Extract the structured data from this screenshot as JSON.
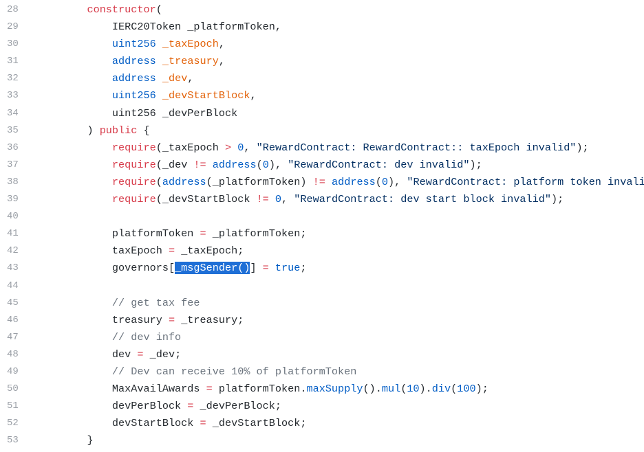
{
  "editor": {
    "colors": {
      "keyword": "#d73a49",
      "type": "#005cc5",
      "param": "#e36209",
      "string": "#032f62",
      "comment": "#6a737d",
      "plain": "#24292e",
      "line_number": "#9a9fa6",
      "selection": "#1f6fd6"
    },
    "lines": [
      {
        "n": "28",
        "tokens": [
          [
            "    ",
            "plain"
          ],
          [
            "constructor",
            "keyword"
          ],
          [
            "(",
            "plain"
          ]
        ]
      },
      {
        "n": "29",
        "tokens": [
          [
            "        IERC20Token _platformToken,",
            "plain"
          ]
        ]
      },
      {
        "n": "30",
        "tokens": [
          [
            "        ",
            "plain"
          ],
          [
            "uint256",
            "type"
          ],
          [
            " ",
            "plain"
          ],
          [
            "_taxEpoch",
            "param"
          ],
          [
            ",",
            "plain"
          ]
        ]
      },
      {
        "n": "31",
        "tokens": [
          [
            "        ",
            "plain"
          ],
          [
            "address",
            "type"
          ],
          [
            " ",
            "plain"
          ],
          [
            "_treasury",
            "param"
          ],
          [
            ",",
            "plain"
          ]
        ]
      },
      {
        "n": "32",
        "tokens": [
          [
            "        ",
            "plain"
          ],
          [
            "address",
            "type"
          ],
          [
            " ",
            "plain"
          ],
          [
            "_dev",
            "param"
          ],
          [
            ",",
            "plain"
          ]
        ]
      },
      {
        "n": "33",
        "tokens": [
          [
            "        ",
            "plain"
          ],
          [
            "uint256",
            "type"
          ],
          [
            " ",
            "plain"
          ],
          [
            "_devStartBlock",
            "param"
          ],
          [
            ",",
            "plain"
          ]
        ]
      },
      {
        "n": "34",
        "tokens": [
          [
            "        uint256 _devPerBlock",
            "plain"
          ]
        ]
      },
      {
        "n": "35",
        "tokens": [
          [
            "    ) ",
            "plain"
          ],
          [
            "public",
            "keyword"
          ],
          [
            " {",
            "plain"
          ]
        ]
      },
      {
        "n": "36",
        "tokens": [
          [
            "        ",
            "plain"
          ],
          [
            "require",
            "keyword"
          ],
          [
            "(_taxEpoch ",
            "plain"
          ],
          [
            ">",
            "op"
          ],
          [
            " ",
            "plain"
          ],
          [
            "0",
            "number"
          ],
          [
            ", ",
            "plain"
          ],
          [
            "\"RewardContract: RewardContract:: taxEpoch invalid\"",
            "string"
          ],
          [
            ");",
            "plain"
          ]
        ]
      },
      {
        "n": "37",
        "tokens": [
          [
            "        ",
            "plain"
          ],
          [
            "require",
            "keyword"
          ],
          [
            "(_dev ",
            "plain"
          ],
          [
            "!=",
            "op"
          ],
          [
            " ",
            "plain"
          ],
          [
            "address",
            "builtin"
          ],
          [
            "(",
            "plain"
          ],
          [
            "0",
            "number"
          ],
          [
            "), ",
            "plain"
          ],
          [
            "\"RewardContract: dev invalid\"",
            "string"
          ],
          [
            ");",
            "plain"
          ]
        ]
      },
      {
        "n": "38",
        "tokens": [
          [
            "        ",
            "plain"
          ],
          [
            "require",
            "keyword"
          ],
          [
            "(",
            "plain"
          ],
          [
            "address",
            "builtin"
          ],
          [
            "(_platformToken) ",
            "plain"
          ],
          [
            "!=",
            "op"
          ],
          [
            " ",
            "plain"
          ],
          [
            "address",
            "builtin"
          ],
          [
            "(",
            "plain"
          ],
          [
            "0",
            "number"
          ],
          [
            "), ",
            "plain"
          ],
          [
            "\"RewardContract: platform token invalid\"",
            "string"
          ],
          [
            ");",
            "plain"
          ]
        ]
      },
      {
        "n": "39",
        "tokens": [
          [
            "        ",
            "plain"
          ],
          [
            "require",
            "keyword"
          ],
          [
            "(_devStartBlock ",
            "plain"
          ],
          [
            "!=",
            "op"
          ],
          [
            " ",
            "plain"
          ],
          [
            "0",
            "number"
          ],
          [
            ", ",
            "plain"
          ],
          [
            "\"RewardContract: dev start block invalid\"",
            "string"
          ],
          [
            ");",
            "plain"
          ]
        ]
      },
      {
        "n": "40",
        "tokens": []
      },
      {
        "n": "41",
        "tokens": [
          [
            "        platformToken ",
            "plain"
          ],
          [
            "=",
            "op"
          ],
          [
            " _platformToken;",
            "plain"
          ]
        ]
      },
      {
        "n": "42",
        "tokens": [
          [
            "        taxEpoch ",
            "plain"
          ],
          [
            "=",
            "op"
          ],
          [
            " _taxEpoch;",
            "plain"
          ]
        ]
      },
      {
        "n": "43",
        "tokens": [
          [
            "        governors[",
            "plain"
          ],
          [
            "_msgSender()",
            "selected"
          ],
          [
            "] ",
            "plain"
          ],
          [
            "=",
            "op"
          ],
          [
            " ",
            "plain"
          ],
          [
            "true",
            "builtin"
          ],
          [
            ";",
            "plain"
          ]
        ]
      },
      {
        "n": "44",
        "tokens": []
      },
      {
        "n": "45",
        "tokens": [
          [
            "        ",
            "plain"
          ],
          [
            "// get tax fee",
            "comment"
          ]
        ]
      },
      {
        "n": "46",
        "tokens": [
          [
            "        treasury ",
            "plain"
          ],
          [
            "=",
            "op"
          ],
          [
            " _treasury;",
            "plain"
          ]
        ]
      },
      {
        "n": "47",
        "tokens": [
          [
            "        ",
            "plain"
          ],
          [
            "// dev info",
            "comment"
          ]
        ]
      },
      {
        "n": "48",
        "tokens": [
          [
            "        dev ",
            "plain"
          ],
          [
            "=",
            "op"
          ],
          [
            " _dev;",
            "plain"
          ]
        ]
      },
      {
        "n": "49",
        "tokens": [
          [
            "        ",
            "plain"
          ],
          [
            "// Dev can receive 10% of platformToken",
            "comment"
          ]
        ]
      },
      {
        "n": "50",
        "tokens": [
          [
            "        MaxAvailAwards ",
            "plain"
          ],
          [
            "=",
            "op"
          ],
          [
            " platformToken.",
            "plain"
          ],
          [
            "maxSupply",
            "func"
          ],
          [
            "().",
            "plain"
          ],
          [
            "mul",
            "func"
          ],
          [
            "(",
            "plain"
          ],
          [
            "10",
            "number"
          ],
          [
            ").",
            "plain"
          ],
          [
            "div",
            "func"
          ],
          [
            "(",
            "plain"
          ],
          [
            "100",
            "number"
          ],
          [
            ");",
            "plain"
          ]
        ]
      },
      {
        "n": "51",
        "tokens": [
          [
            "        devPerBlock ",
            "plain"
          ],
          [
            "=",
            "op"
          ],
          [
            " _devPerBlock;",
            "plain"
          ]
        ]
      },
      {
        "n": "52",
        "tokens": [
          [
            "        devStartBlock ",
            "plain"
          ],
          [
            "=",
            "op"
          ],
          [
            " _devStartBlock;",
            "plain"
          ]
        ]
      },
      {
        "n": "53",
        "tokens": [
          [
            "    }",
            "plain"
          ]
        ]
      }
    ]
  }
}
